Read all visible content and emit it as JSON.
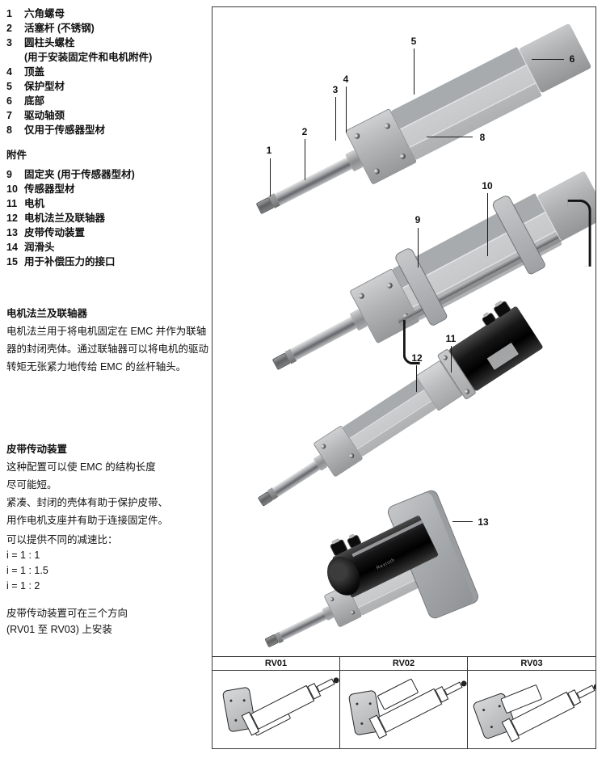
{
  "parts_list": {
    "items": [
      {
        "num": "1",
        "label": "六角螺母"
      },
      {
        "num": "2",
        "label": "活塞杆 (不锈钢)"
      },
      {
        "num": "3",
        "label": "圆柱头螺栓",
        "label2": "(用于安装固定件和电机附件)"
      },
      {
        "num": "4",
        "label": "顶盖"
      },
      {
        "num": "5",
        "label": "保护型材"
      },
      {
        "num": "6",
        "label": "底部"
      },
      {
        "num": "7",
        "label": "驱动轴颈"
      },
      {
        "num": "8",
        "label": "仅用于传感器型材"
      }
    ]
  },
  "accessories": {
    "heading": "附件",
    "items": [
      {
        "num": "9",
        "label": "固定夹 (用于传感器型材)"
      },
      {
        "num": "10",
        "label": "传感器型材"
      },
      {
        "num": "11",
        "label": "电机"
      },
      {
        "num": "12",
        "label": "电机法兰及联轴器"
      },
      {
        "num": "13",
        "label": "皮带传动装置"
      },
      {
        "num": "14",
        "label": "润滑头"
      },
      {
        "num": "15",
        "label": "用于补偿压力的接口"
      }
    ]
  },
  "flange_section": {
    "heading": "电机法兰及联轴器",
    "body": "电机法兰用于将电机固定在 EMC 并作为联轴器的封闭壳体。通过联轴器可以将电机的驱动转矩无张紧力地传给 EMC 的丝杆轴头。"
  },
  "belt_section": {
    "heading": "皮带传动装置",
    "lines": [
      "这种配置可以使 EMC 的结构长度",
      "尽可能短。",
      "紧凑、封闭的壳体有助于保护皮带、",
      "用作电机支座并有助于连接固定件。"
    ]
  },
  "ratios": {
    "intro": "可以提供不同的减速比：",
    "items": [
      "i = 1 : 1",
      "i = 1 : 1.5",
      "i = 1 : 2"
    ]
  },
  "mounting_note": {
    "lines": [
      "皮带传动装置可在三个方向",
      "(RV01 至 RV03) 上安装"
    ]
  },
  "figure": {
    "callouts": [
      "1",
      "2",
      "3",
      "4",
      "5",
      "6",
      "8",
      "9",
      "10",
      "11",
      "12",
      "13"
    ],
    "motor_label": "Rexroth",
    "table": {
      "headers": [
        "RV01",
        "RV02",
        "RV03"
      ]
    }
  },
  "colors": {
    "line": "#1a1a1a",
    "metal_light": "#c6c8ca",
    "metal_mid": "#a8abad",
    "motor_black": "#111111"
  }
}
